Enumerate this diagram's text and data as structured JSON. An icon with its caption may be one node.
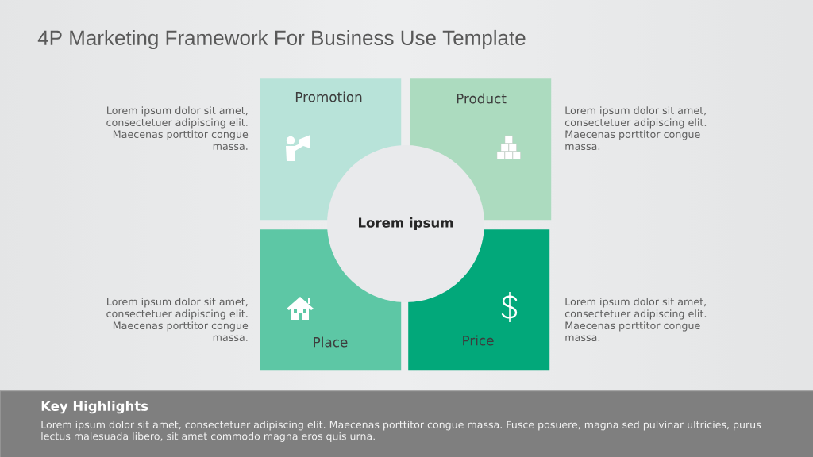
{
  "diagram": {
    "title": "4P Marketing Framework For Business Use Template",
    "nodes": [
      {
        "text": [
          "Promotion"
        ],
        "beside": [
          "Lorem ipsum dolor sit amet, consectetuer adipiscing elit. Maecenas porttitor congue massa."
        ]
      },
      {
        "text": [
          "Product"
        ],
        "beside": [
          "Lorem ipsum dolor sit amet, consectetuer adipiscing elit. Maecenas porttitor congue massa."
        ]
      },
      {
        "text": [
          "Place"
        ],
        "beside": [
          "Lorem ipsum dolor sit amet, consectetuer adipiscing elit. Maecenas porttitor congue massa."
        ]
      },
      {
        "text": [
          "Price"
        ],
        "beside": [
          "Lorem ipsum dolor sit amet, consectetuer adipiscing elit. Maecenas porttitor congue massa."
        ]
      },
      {
        "text": [
          "Lorem ipsum"
        ]
      },
      {
        "text": [
          "Key Highlights",
          "Lorem ipsum dolor sit amet, consectetuer adipiscing elit. Maecenas porttitor congue massa. Fusce posuere, magna sed pulvinar ultricies, purus lectus malesuada libero, sit amet commodo magna eros quis urna."
        ]
      }
    ]
  }
}
